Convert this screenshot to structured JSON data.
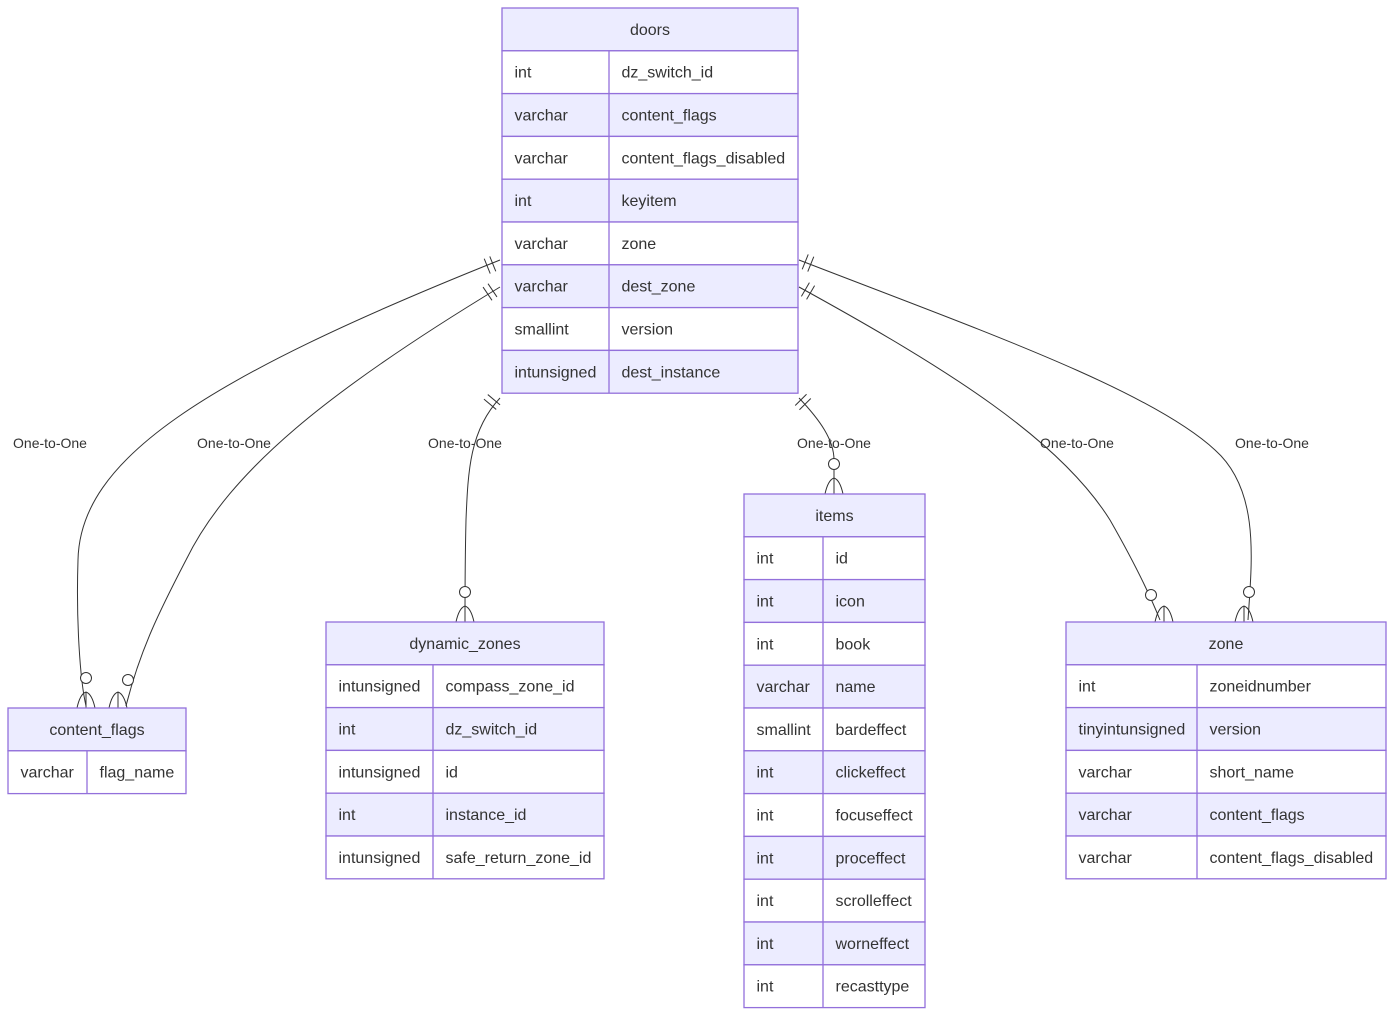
{
  "diagram": {
    "entities": [
      {
        "id": "doors",
        "name": "doors",
        "attributes": [
          {
            "type": "int",
            "name": "dz_switch_id"
          },
          {
            "type": "varchar",
            "name": "content_flags"
          },
          {
            "type": "varchar",
            "name": "content_flags_disabled"
          },
          {
            "type": "int",
            "name": "keyitem"
          },
          {
            "type": "varchar",
            "name": "zone"
          },
          {
            "type": "varchar",
            "name": "dest_zone"
          },
          {
            "type": "smallint",
            "name": "version"
          },
          {
            "type": "intunsigned",
            "name": "dest_instance"
          }
        ]
      },
      {
        "id": "content_flags",
        "name": "content_flags",
        "attributes": [
          {
            "type": "varchar",
            "name": "flag_name"
          }
        ]
      },
      {
        "id": "dynamic_zones",
        "name": "dynamic_zones",
        "attributes": [
          {
            "type": "intunsigned",
            "name": "compass_zone_id"
          },
          {
            "type": "int",
            "name": "dz_switch_id"
          },
          {
            "type": "intunsigned",
            "name": "id"
          },
          {
            "type": "int",
            "name": "instance_id"
          },
          {
            "type": "intunsigned",
            "name": "safe_return_zone_id"
          }
        ]
      },
      {
        "id": "items",
        "name": "items",
        "attributes": [
          {
            "type": "int",
            "name": "id"
          },
          {
            "type": "int",
            "name": "icon"
          },
          {
            "type": "int",
            "name": "book"
          },
          {
            "type": "varchar",
            "name": "name"
          },
          {
            "type": "smallint",
            "name": "bardeffect"
          },
          {
            "type": "int",
            "name": "clickeffect"
          },
          {
            "type": "int",
            "name": "focuseffect"
          },
          {
            "type": "int",
            "name": "proceffect"
          },
          {
            "type": "int",
            "name": "scrolleffect"
          },
          {
            "type": "int",
            "name": "worneffect"
          },
          {
            "type": "int",
            "name": "recasttype"
          }
        ]
      },
      {
        "id": "zone",
        "name": "zone",
        "attributes": [
          {
            "type": "int",
            "name": "zoneidnumber"
          },
          {
            "type": "tinyintunsigned",
            "name": "version"
          },
          {
            "type": "varchar",
            "name": "short_name"
          },
          {
            "type": "varchar",
            "name": "content_flags"
          },
          {
            "type": "varchar",
            "name": "content_flags_disabled"
          }
        ]
      }
    ],
    "relationships": [
      {
        "from": "doors",
        "to": "content_flags",
        "label": "One-to-One"
      },
      {
        "from": "doors",
        "to": "content_flags",
        "label": "One-to-One"
      },
      {
        "from": "doors",
        "to": "dynamic_zones",
        "label": "One-to-One"
      },
      {
        "from": "doors",
        "to": "items",
        "label": "One-to-One"
      },
      {
        "from": "doors",
        "to": "zone",
        "label": "One-to-One"
      },
      {
        "from": "doors",
        "to": "zone",
        "label": "One-to-One"
      }
    ]
  }
}
